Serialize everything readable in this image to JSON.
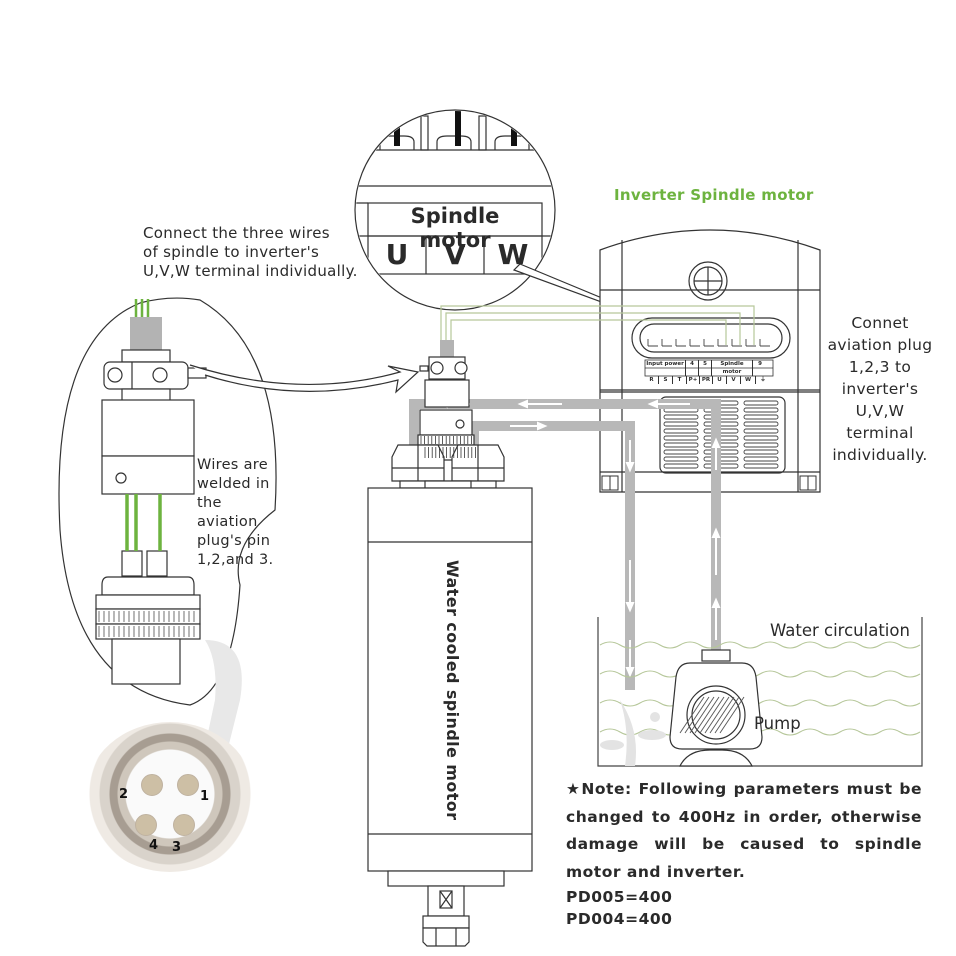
{
  "callouts": {
    "top_left": [
      "Connect the three wires",
      "of spindle to inverter's",
      "U,V,W terminal individually."
    ],
    "right": [
      "Connet",
      "aviation plug",
      "1,2,3 to",
      "inverter's",
      "U,V,W",
      "terminal",
      "individually."
    ],
    "wires": [
      "Wires are",
      "welded in",
      "the",
      "aviation",
      "plug's pin",
      "1,2,and 3."
    ]
  },
  "inverter": {
    "title": "Inverter Spindle motor",
    "terminal_header": [
      "Input power",
      "4",
      "5",
      "Spindle motor",
      "9"
    ],
    "terminal_labels": [
      "R",
      "S",
      "T",
      "P+",
      "PR",
      "U",
      "V",
      "W",
      "⏚"
    ]
  },
  "magnifier": {
    "title": "Spindle motor",
    "terminals": [
      "U",
      "V",
      "W"
    ]
  },
  "spindle": {
    "label": "Water cooled spindle motor"
  },
  "plug_pins": [
    "1",
    "2",
    "3",
    "4"
  ],
  "tank": {
    "water_label": "Water circulation",
    "pump_label": "Pump"
  },
  "note": {
    "star": "★",
    "text": "Note: Following parameters must be changed to 400Hz in order, otherwise damage will be caused to spindle motor and inverter.",
    "params": [
      "PD005=400",
      "PD004=400"
    ]
  },
  "colors": {
    "wire_green": "#6db33f",
    "pipe_gray": "#b5b5b5",
    "line": "#333333",
    "title_green": "#6db33f"
  }
}
